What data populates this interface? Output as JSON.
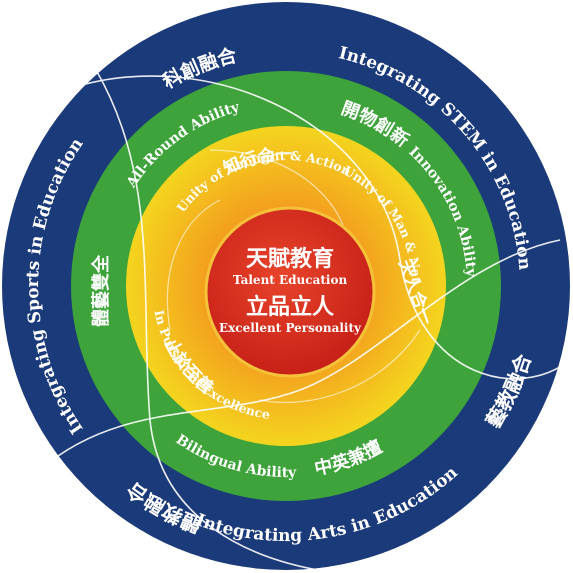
{
  "colors": {
    "outer_ring": "#1B3A7A",
    "green_ring": "#3DA33A",
    "yellow_ring": "#F2D21B",
    "orange_ring": "#F08A1E",
    "core_red": "#D6261C",
    "divider": "#FFFFFF",
    "label": "#FFFFFF"
  },
  "outer_ring": {
    "top_zh": "科創融合",
    "top_en": "Integrating STEM in Education",
    "left_en": "Integrating Sports in Education",
    "left_zh": "體教融合",
    "bottom_en": "Integrating Arts in Education",
    "bottom_zh": "藝教融合"
  },
  "green_ring": {
    "top_zh": "開物創新",
    "right_en": "Innovation Ability",
    "left_en": "All-Round Ability",
    "left_zh": "體藝雙全",
    "bottom_en": "Bilingual Ability",
    "bottom_zh": "中英兼擅"
  },
  "inner_ring": {
    "top_zh": "知行合一",
    "top_en": "Unity of Thought & Action",
    "right_zh": "天人合一",
    "right_en": "Unity of Man & Nature",
    "bottom_en": "In Pursuit of Excellence",
    "bottom_zh": "止於至善"
  },
  "core": {
    "line1_zh": "天賦教育",
    "line1_en": "Talent Education",
    "line2_zh": "立品立人",
    "line2_en": "Excellent Personality"
  }
}
